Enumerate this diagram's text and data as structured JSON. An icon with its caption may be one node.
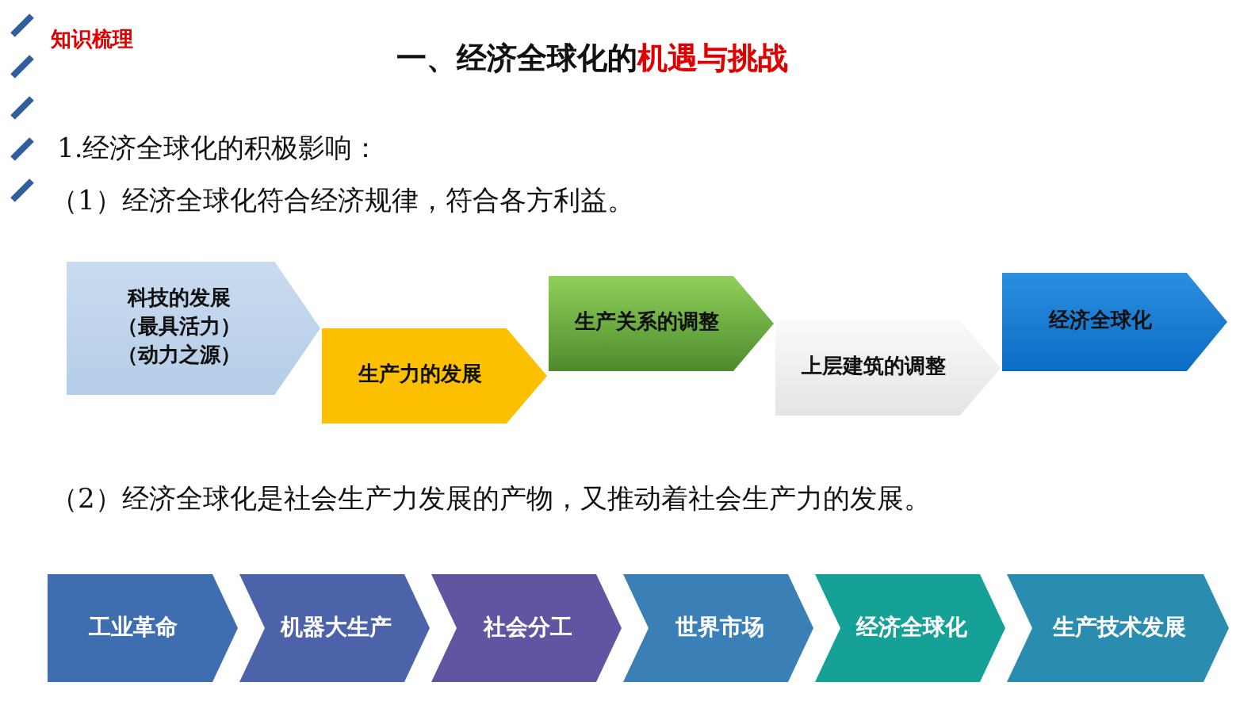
{
  "diagram": {
    "title": "一、经济全球化的**机遇与挑战**",
    "nodes": [
      {
        "text": [
          "科技的发展",
          "（最具活力）",
          "（动力之源）"
        ]
      },
      {
        "text": [
          "生产力的发展"
        ]
      },
      {
        "text": [
          "生产关系的调整"
        ]
      },
      {
        "text": [
          "上层建筑的调整"
        ]
      },
      {
        "text": [
          "经济全球化"
        ]
      },
      {
        "text": [
          "工业革命"
        ]
      },
      {
        "text": [
          "机器大生产"
        ]
      },
      {
        "text": [
          "社会分工"
        ]
      },
      {
        "text": [
          "世界市场"
        ]
      },
      {
        "text": [
          "经济全球化"
        ]
      },
      {
        "text": [
          "生产技术发展"
        ]
      }
    ],
    "labels": [
      "知识梳理",
      "1.经济全球化的积极影响：",
      "（1）经济全球化符合经济规律，符合各方利益。",
      "（2）经济全球化是社会生产力发展的产物，又推动着社会生产力的发展。"
    ]
  }
}
